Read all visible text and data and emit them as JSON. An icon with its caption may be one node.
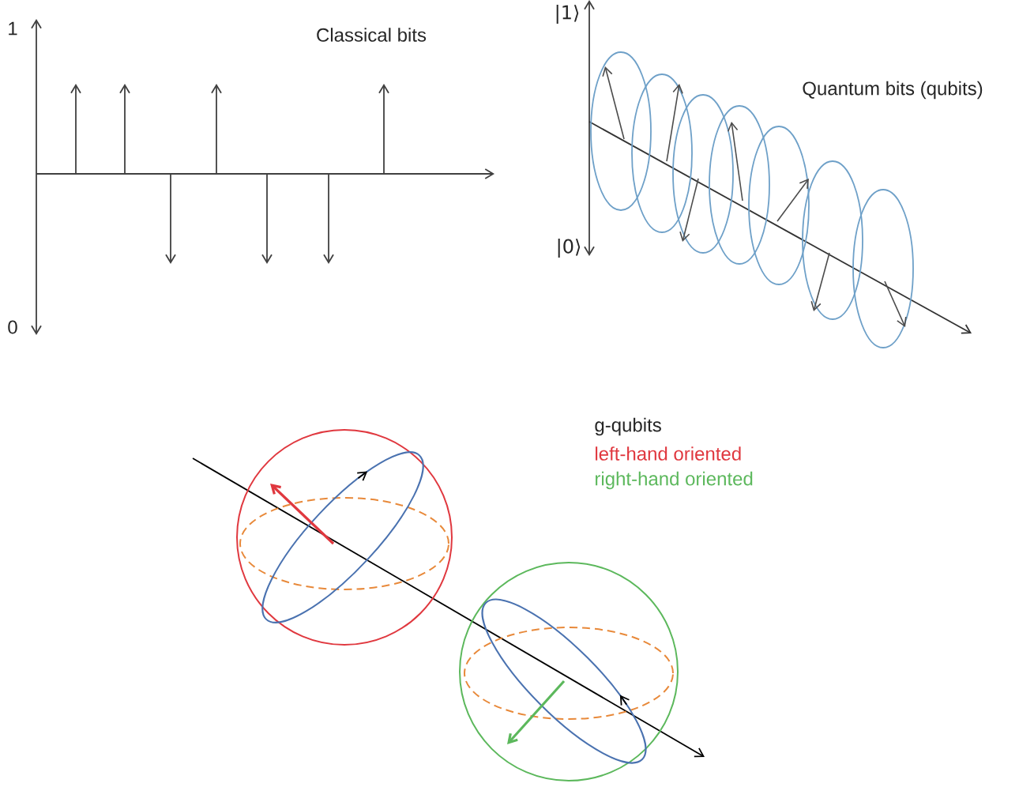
{
  "diagram": {
    "labels": [
      "1",
      "Classical bits",
      "|1⟩",
      "Quantum bits (qubits)",
      "|0⟩",
      "0",
      "g-qubits",
      "left-hand oriented",
      "right-hand oriented"
    ]
  }
}
